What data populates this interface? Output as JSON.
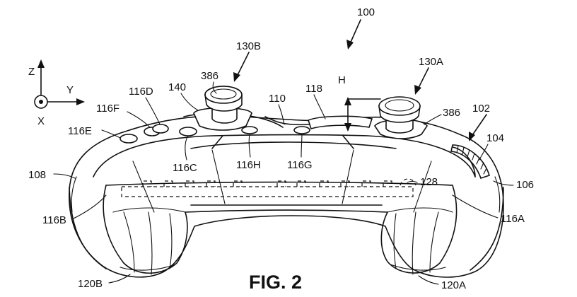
{
  "figure": {
    "caption": "FIG. 2",
    "axes": {
      "z": "Z",
      "y": "Y",
      "x": "X"
    },
    "labels": {
      "l100": "100",
      "l130B": "130B",
      "l130A": "130A",
      "l386a": "386",
      "l386b": "386",
      "l140": "140",
      "l110": "110",
      "l118": "118",
      "lH": "H",
      "l102": "102",
      "l104": "104",
      "l106": "106",
      "l116D": "116D",
      "l116F": "116F",
      "l116E": "116E",
      "l116C": "116C",
      "l116H": "116H",
      "l116G": "116G",
      "l128": "128",
      "l108": "108",
      "l116B": "116B",
      "l116A": "116A",
      "l120B": "120B",
      "l120A": "120A"
    }
  }
}
